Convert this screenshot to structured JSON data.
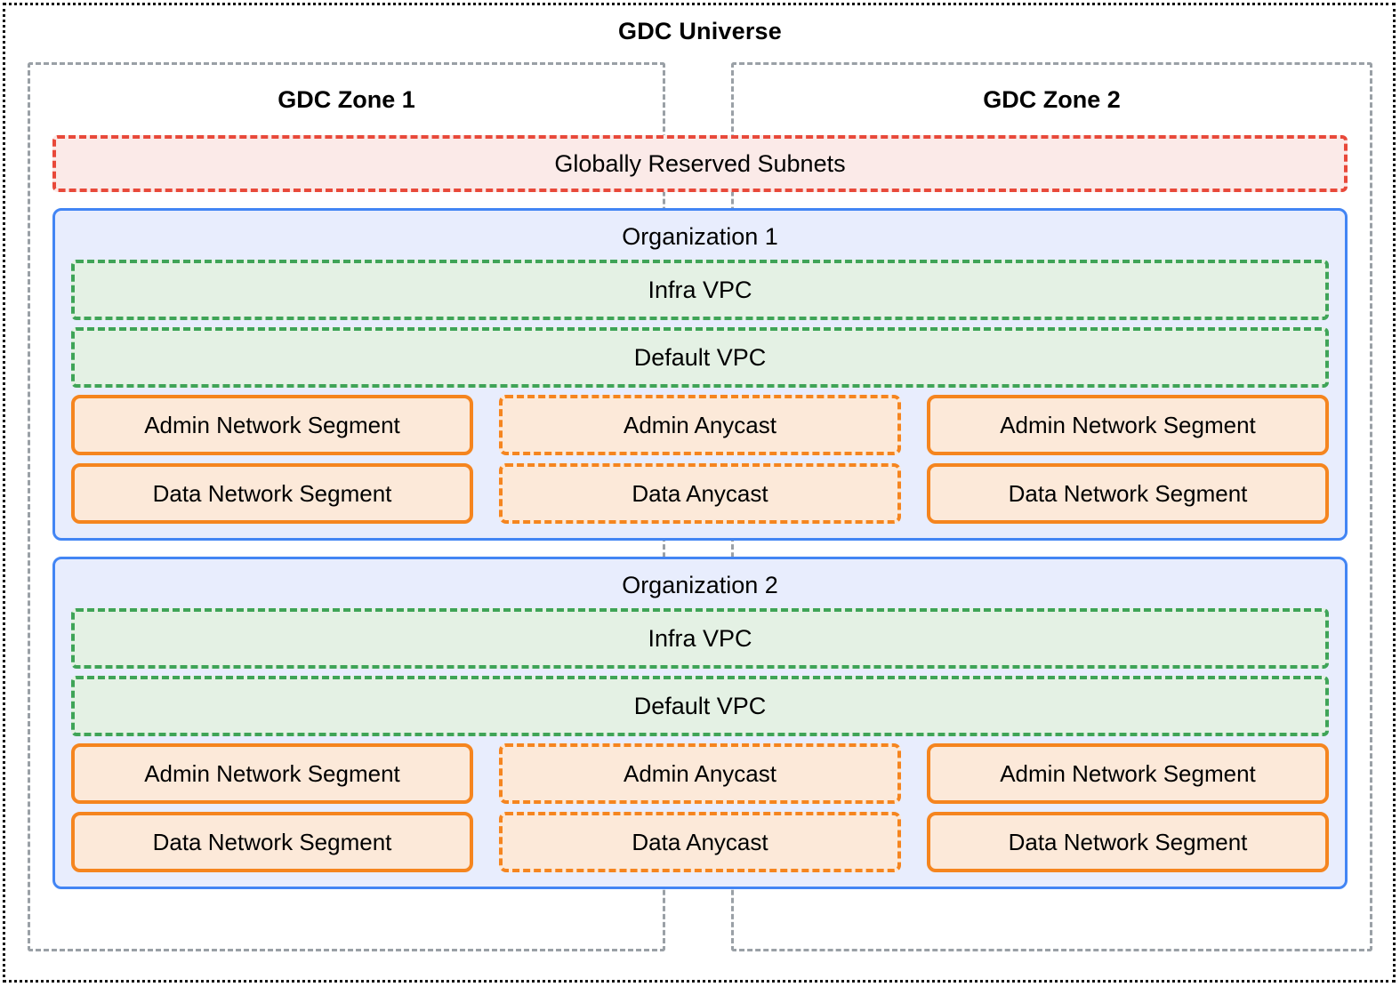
{
  "diagram": {
    "title": "GDC Universe",
    "zones": [
      {
        "label": "GDC Zone 1"
      },
      {
        "label": "GDC Zone 2"
      }
    ],
    "reserved_subnets": {
      "label": "Globally Reserved Subnets"
    },
    "organizations": [
      {
        "title": "Organization 1",
        "vpcs": [
          {
            "label": "Infra VPC"
          },
          {
            "label": "Default VPC"
          }
        ],
        "segments": {
          "zone1_admin": "Admin Network Segment",
          "anycast_admin": "Admin Anycast",
          "zone2_admin": "Admin Network Segment",
          "zone1_data": "Data Network Segment",
          "anycast_data": "Data Anycast",
          "zone2_data": "Data Network Segment"
        }
      },
      {
        "title": "Organization 2",
        "vpcs": [
          {
            "label": "Infra VPC"
          },
          {
            "label": "Default VPC"
          }
        ],
        "segments": {
          "zone1_admin": "Admin Network Segment",
          "anycast_admin": "Admin Anycast",
          "zone2_admin": "Admin Network Segment",
          "zone1_data": "Data Network Segment",
          "anycast_data": "Data Anycast",
          "zone2_data": "Data Network Segment"
        }
      }
    ]
  },
  "colors": {
    "universe_border": "#111111",
    "zone_border": "#9aa0a6",
    "reserved_border": "#e8493a",
    "reserved_fill": "#fbeae8",
    "org_border": "#4285f4",
    "org_fill": "#e8edfd",
    "vpc_border": "#3fa457",
    "vpc_fill": "#e4f1e4",
    "segment_border": "#f5851f",
    "segment_fill": "#fce9d9"
  }
}
